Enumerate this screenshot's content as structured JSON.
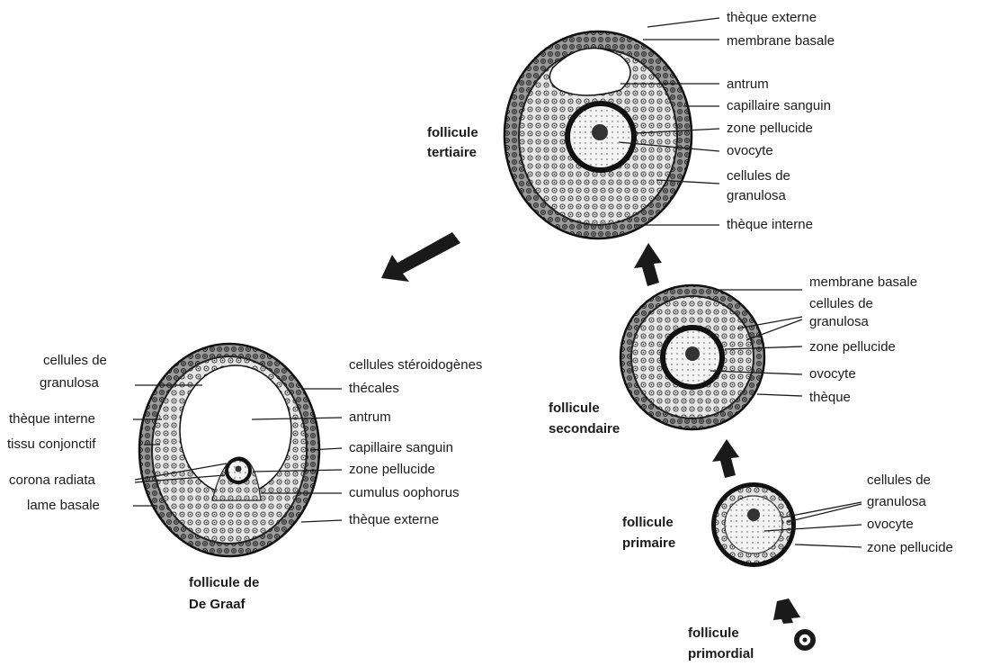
{
  "stages": {
    "primordial": {
      "title_line1": "follicule",
      "title_line2": "primordial"
    },
    "primaire": {
      "title_line1": "follicule",
      "title_line2": "primaire",
      "labels": [
        "cellules de",
        "granulosa",
        "ovocyte",
        "zone pellucide"
      ]
    },
    "secondaire": {
      "title_line1": "follicule",
      "title_line2": "secondaire",
      "labels": [
        "membrane basale",
        "cellules de",
        "granulosa",
        "zone pellucide",
        "ovocyte",
        "thèque"
      ]
    },
    "tertiaire": {
      "title_line1": "follicule",
      "title_line2": "tertiaire",
      "labels": [
        "thèque externe",
        "membrane basale",
        "antrum",
        "capillaire sanguin",
        "zone pellucide",
        "ovocyte",
        "cellules de",
        "granulosa",
        "thèque interne"
      ]
    },
    "degraaf": {
      "title_line1": "follicule de",
      "title_line2": "De Graaf",
      "labels_left": [
        "cellules de",
        "granulosa",
        "thèque interne",
        "tissu conjonctif",
        "corona radiata",
        "lame basale"
      ],
      "labels_right": [
        "cellules stéroidogènes",
        "thécales",
        "antrum",
        "capillaire sanguin",
        "zone pellucide",
        "cumulus oophorus",
        "thèque externe"
      ]
    }
  }
}
